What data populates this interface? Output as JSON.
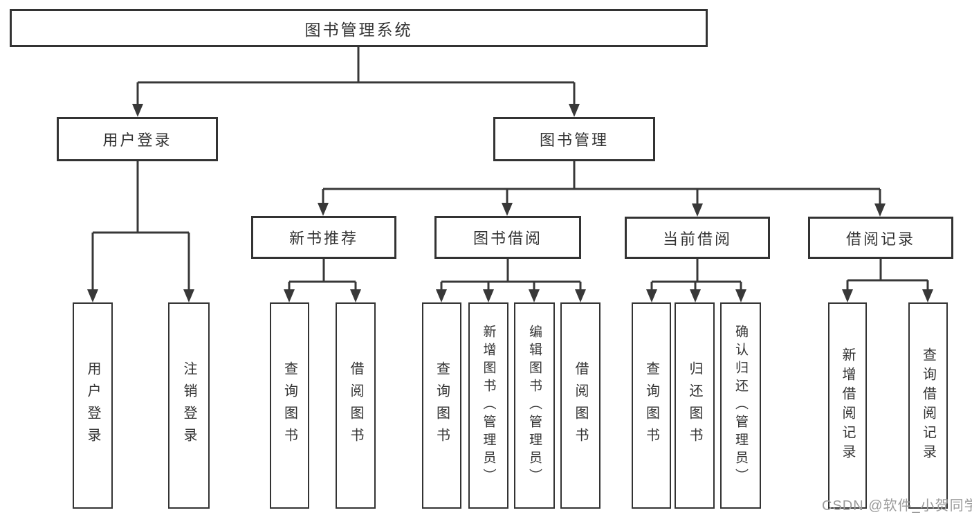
{
  "tree": {
    "root": {
      "label": "图书管理系统",
      "children": [
        {
          "label": "用户登录",
          "children": [
            {
              "label": "用户登录"
            },
            {
              "label": "注销登录"
            }
          ]
        },
        {
          "label": "图书管理",
          "children": [
            {
              "label": "新书推荐",
              "children": [
                {
                  "label": "查询图书"
                },
                {
                  "label": "借阅图书"
                }
              ]
            },
            {
              "label": "图书借阅",
              "children": [
                {
                  "label": "查询图书"
                },
                {
                  "label": "新增图书（管理员）"
                },
                {
                  "label": "编辑图书（管理员）"
                },
                {
                  "label": "借阅图书"
                }
              ]
            },
            {
              "label": "当前借阅",
              "children": [
                {
                  "label": "查询图书"
                },
                {
                  "label": "归还图书"
                },
                {
                  "label": "确认归还（管理员）"
                }
              ]
            },
            {
              "label": "借阅记录",
              "children": [
                {
                  "label": "新增借阅记录"
                },
                {
                  "label": "查询借阅记录"
                }
              ]
            }
          ]
        }
      ]
    }
  },
  "watermark": {
    "text": "CSDN @软件_小贺同学"
  },
  "colors": {
    "line": "#383838",
    "box_border": "#333333",
    "text": "#333333",
    "watermark": "#9b9b9b",
    "background": "#ffffff"
  }
}
